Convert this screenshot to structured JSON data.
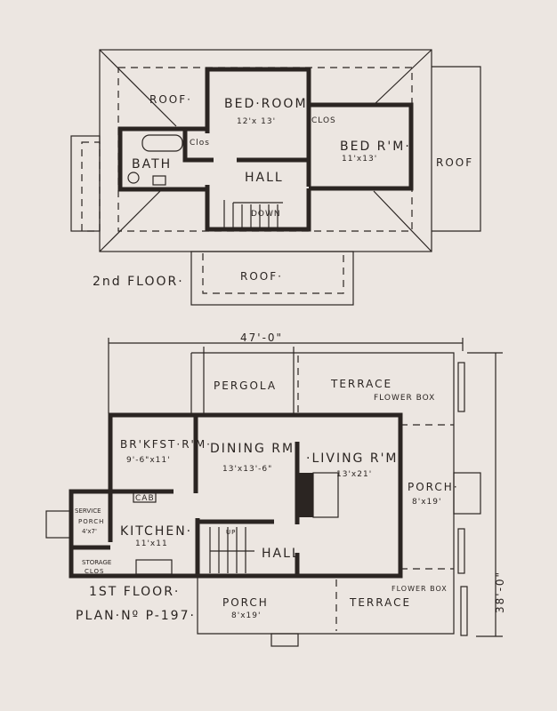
{
  "plan_number": "PLAN·Nº P-197·",
  "second_floor": {
    "title": "2nd FLOOR·",
    "labels": {
      "roof_left": "ROOF·",
      "roof_right": "ROOF",
      "roof_bottom": "ROOF·",
      "bedroom": "BED·ROOM",
      "bedroom_size": "12'x 13'",
      "clos_right": "CLOS",
      "clos_left": "Clos",
      "bed_rm": "BED R'M·",
      "bed_rm_size": "11'x13'",
      "bath": "BATH",
      "hall": "HALL",
      "down": "DOWN"
    }
  },
  "first_floor": {
    "title": "1ST FLOOR·",
    "width_dimension": "47'-0\"",
    "depth_dimension": "38'-0\"",
    "labels": {
      "pergola": "PERGOLA",
      "terrace_top": "TERRACE",
      "flower_box_top": "FLOWER BOX",
      "brkfst": "BR'KFST·R'M·",
      "brkfst_size": "9'-6\"x11'",
      "dining": "DINING RM·",
      "dining_size": "13'x13'-6\"",
      "living": "·LIVING R'M·",
      "living_size": "13'x21'",
      "cab": "CAB",
      "service_porch": "SERVICE",
      "service_porch_2": "PORCH",
      "service_porch_size": "4'x7'",
      "kitchen": "KITCHEN·",
      "kitchen_size": "11'x11",
      "hall": "HALL",
      "up": "UP",
      "storage": "STORAGE",
      "storage_2": "CLOS",
      "side_porch": "PORCH·",
      "side_porch_size": "8'x19'",
      "front_porch": "PORCH",
      "front_porch_size": "8'x19'",
      "flower_box_bottom": "FLOWER BOX",
      "terrace_bottom": "TERRACE"
    }
  }
}
